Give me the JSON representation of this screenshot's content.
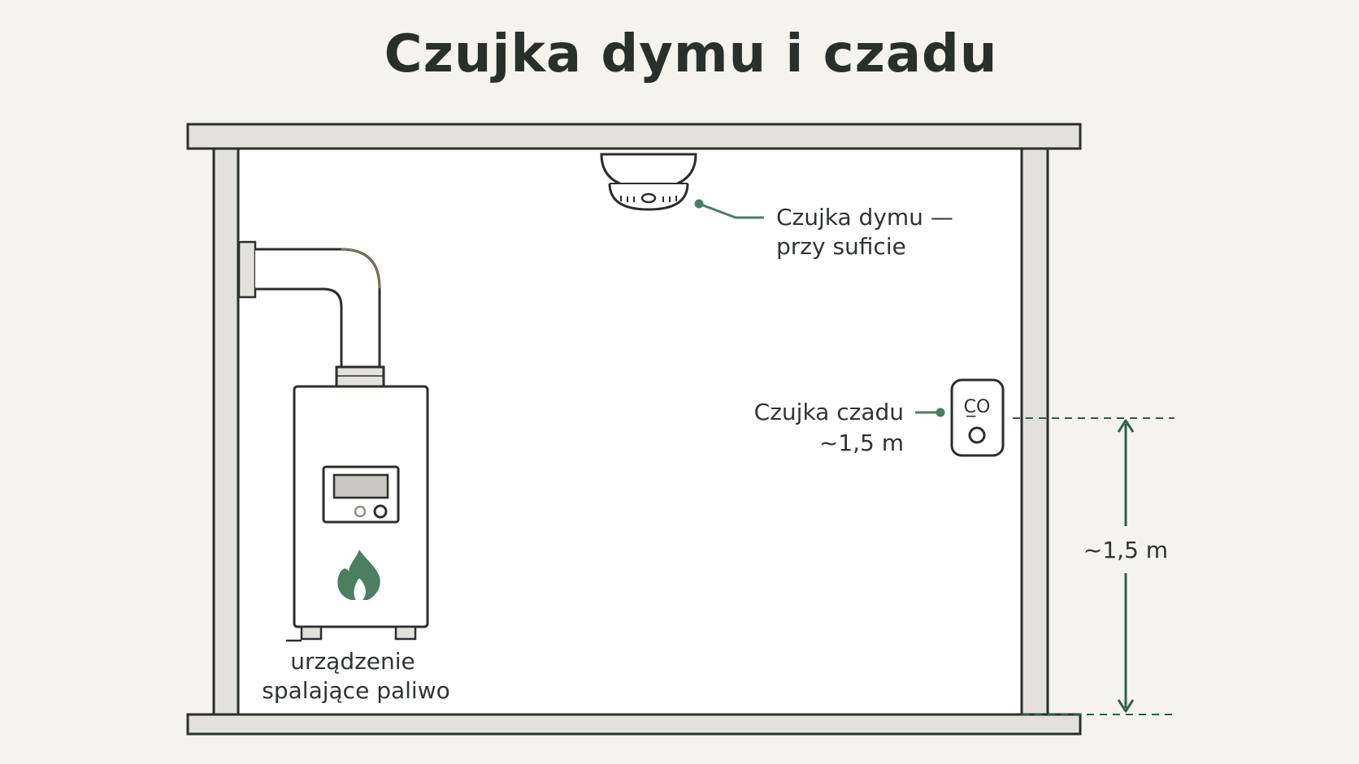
{
  "title": "Czujka dymu i czadu",
  "labels": {
    "smoke_detector_line1": "Czujka dymu —",
    "smoke_detector_line2": "przy suficie",
    "co_detector_line1": "Czujka czadu",
    "co_detector_line2": "~1,5 m",
    "appliance_line1": "urządzenie",
    "appliance_line2": "spalające paliwo",
    "height_dimension": "~1,5 m",
    "co_device_face": "C̲O"
  },
  "colors": {
    "background": "#f4f3ee",
    "wall_fill": "#e2e1dc",
    "outline": "#2b2f2c",
    "accent_green": "#4a7f60",
    "dimension_green": "#2f5e45",
    "text": "#2f3431"
  },
  "icons": [
    "smoke-detector-icon",
    "co-detector-icon",
    "boiler-icon",
    "flame-icon",
    "flue-pipe-icon"
  ]
}
